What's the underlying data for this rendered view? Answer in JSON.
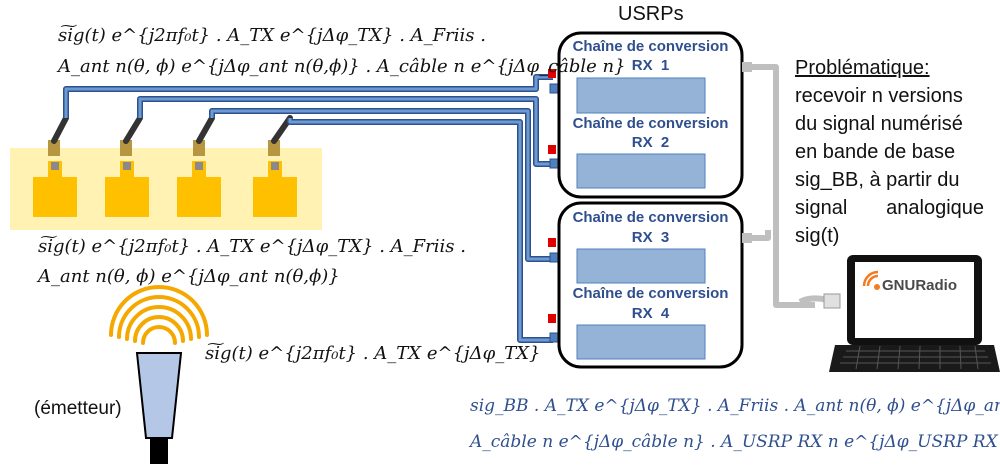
{
  "usrp_title": "USRPs",
  "chains": [
    {
      "title": "Chaîne de conversion",
      "rx": "RX  1"
    },
    {
      "title": "Chaîne de conversion",
      "rx": "RX  2"
    },
    {
      "title": "Chaîne de conversion",
      "rx": "RX  3"
    },
    {
      "title": "Chaîne de conversion",
      "rx": "RX  4"
    }
  ],
  "problem": {
    "heading": "Problématique:",
    "lines": [
      "recevoir n versions",
      "du signal numérisé",
      "en bande de base",
      "sig_BB, à partir du",
      "signal       analogique",
      "sig(t)"
    ]
  },
  "emitter_label": "(émetteur)",
  "equations": {
    "top_line1": "s͠ig(t) e^{j2πf₀t} . A_TX e^{jΔφ_TX} . A_Friis .",
    "top_line2": "A_ant n(θ, ϕ) e^{jΔφ_ant n(θ,ϕ)} . A_câble n e^{jΔφ_câble n}",
    "mid_line1": "s͠ig(t) e^{j2πf₀t} . A_TX e^{jΔφ_TX} . A_Friis .",
    "mid_line2": "A_ant n(θ, ϕ) e^{jΔφ_ant n(θ,ϕ)}",
    "emit_line": "s͠ig(t) e^{j2πf₀t} . A_TX e^{jΔφ_TX}",
    "bottom_line1": "sig_BB . A_TX e^{jΔφ_TX} . A_Friis . A_ant n(θ, ϕ) e^{jΔφ_ant n(θ,ϕ)} .",
    "bottom_line2": "A_câble n e^{jΔφ_câble n} . A_USRP RX n e^{jΔφ_USRP RX n}"
  },
  "gnuradio_logo": "GNURadio",
  "colors": {
    "cable": "#4f81bd",
    "cable_dark": "#2f4f8f",
    "antenna_patch": "#ffc000",
    "antenna_bg": "#fff2b3",
    "receiver_box": "#95b3d7",
    "port_red": "#e00000",
    "port_blue": "#4f81bd",
    "wave": "#f5a800",
    "emitter": "#b4c7e7"
  }
}
